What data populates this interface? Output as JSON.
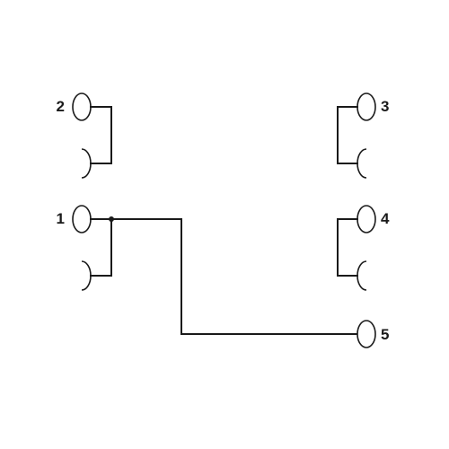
{
  "terminals": {
    "t1": "1",
    "t2": "2",
    "t3": "3",
    "t4": "4",
    "t5": "5"
  }
}
